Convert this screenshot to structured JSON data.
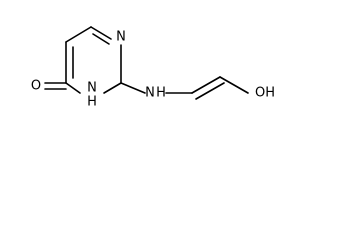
{
  "molecule": {
    "atoms": {
      "ring_n_top": "N",
      "ring_nh_n": "N",
      "ring_nh_h": "H",
      "carbonyl_o": "O",
      "amine_n": "N",
      "amine_h": "H",
      "hydroxyl": "OH"
    }
  }
}
